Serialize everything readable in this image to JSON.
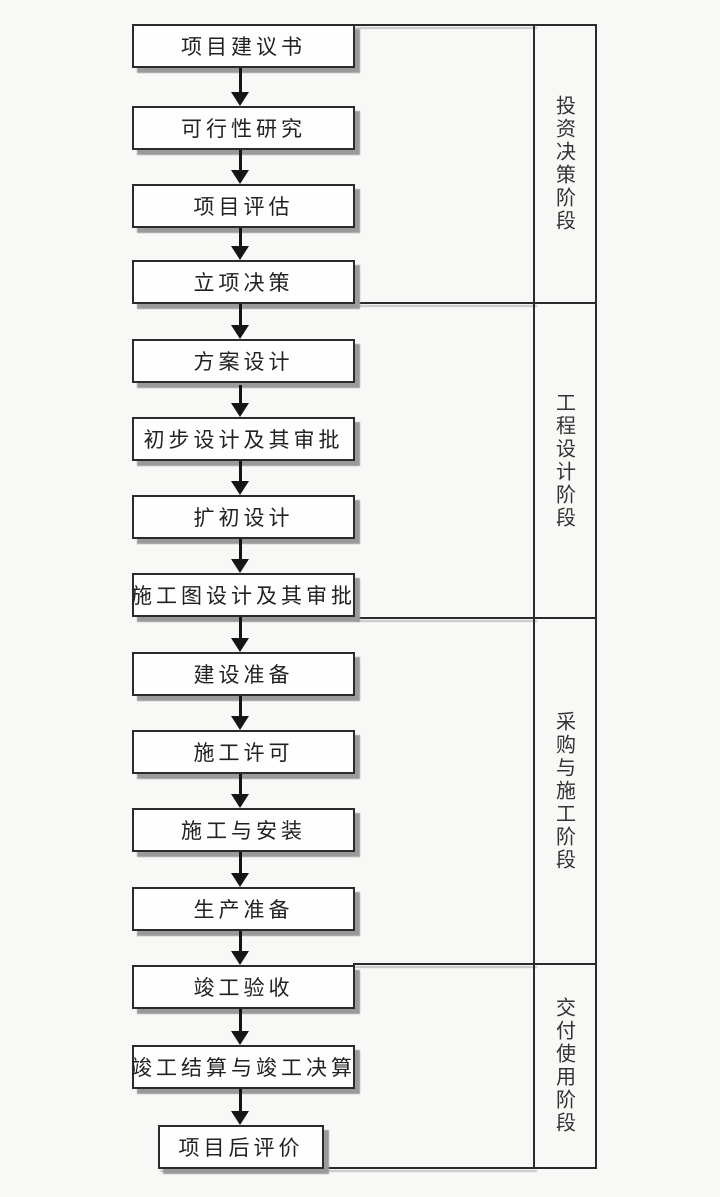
{
  "flowchart": {
    "phases": [
      {
        "label": "投资决策阶段",
        "steps": [
          "项目建议书",
          "可行性研究",
          "项目评估",
          "立项决策"
        ]
      },
      {
        "label": "工程设计阶段",
        "steps": [
          "方案设计",
          "初步设计及其审批",
          "扩初设计",
          "施工图设计及其审批"
        ]
      },
      {
        "label": "采购与施工阶段",
        "steps": [
          "建设准备",
          "施工许可",
          "施工与安装",
          "生产准备"
        ]
      },
      {
        "label": "交付使用阶段",
        "steps": [
          "竣工验收",
          "竣工结算与竣工决算",
          "项目后评价"
        ]
      }
    ],
    "colors": {
      "line": "#2b2b2b",
      "box_fill": "#fefefe",
      "box_shadow": "#9a9a9a",
      "background": "#f8f8f6",
      "text": "#222222"
    }
  }
}
